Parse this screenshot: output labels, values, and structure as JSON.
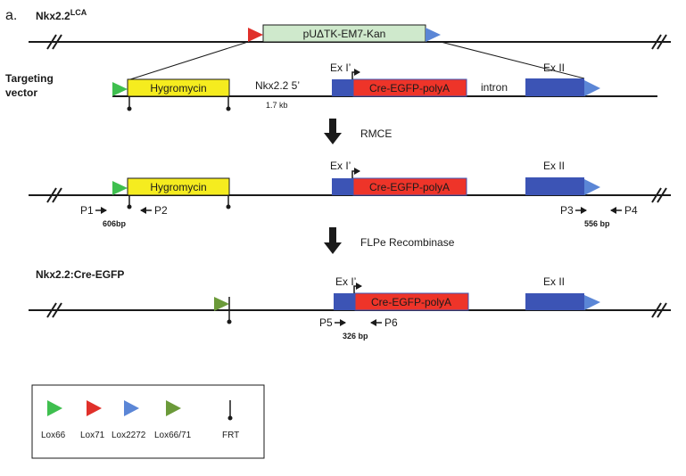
{
  "panel_label": "a.",
  "construct_title": "Nkx2.2",
  "construct_title_sup": "LCA",
  "cassette_label": "pUΔTK-EM7-Kan",
  "targeting_vector_label": [
    "Targeting",
    "vector"
  ],
  "hygromycin_label": "Hygromycin",
  "homology_arm_label": "Nkx2.2 5’",
  "homology_arm_size": "1.7 kb",
  "exon1_label": "Ex I’",
  "exon2_label": "Ex II",
  "cre_label": "Cre-EGFP-polyA",
  "intron_label": "intron",
  "step1_label": "RMCE",
  "step2_label": "FLPe Recombinase",
  "allele_title": "Nkx2.2:Cre-EGFP",
  "primers": {
    "p1": "P1",
    "p2": "P2",
    "p3": "P3",
    "p4": "P4",
    "p5": "P5",
    "p6": "P6"
  },
  "amplicons": {
    "p1_p2": "606bp",
    "p3_p4": "556 bp",
    "p5_p6": "326 bp"
  },
  "legend": [
    {
      "label": "Lox66",
      "color": "#3fbf4f"
    },
    {
      "label": "Lox71",
      "color": "#e0302a"
    },
    {
      "label": "Lox2272",
      "color": "#5b86d6"
    },
    {
      "label": "Lox66/71",
      "color": "#6b9a3a"
    },
    {
      "label": "FRT",
      "color": "#1a1a1a"
    }
  ],
  "colors": {
    "hygromycin": "#f5ec1f",
    "cre": "#ee3429",
    "exon": "#3c54b5",
    "cassette": "#cfe9cc"
  }
}
